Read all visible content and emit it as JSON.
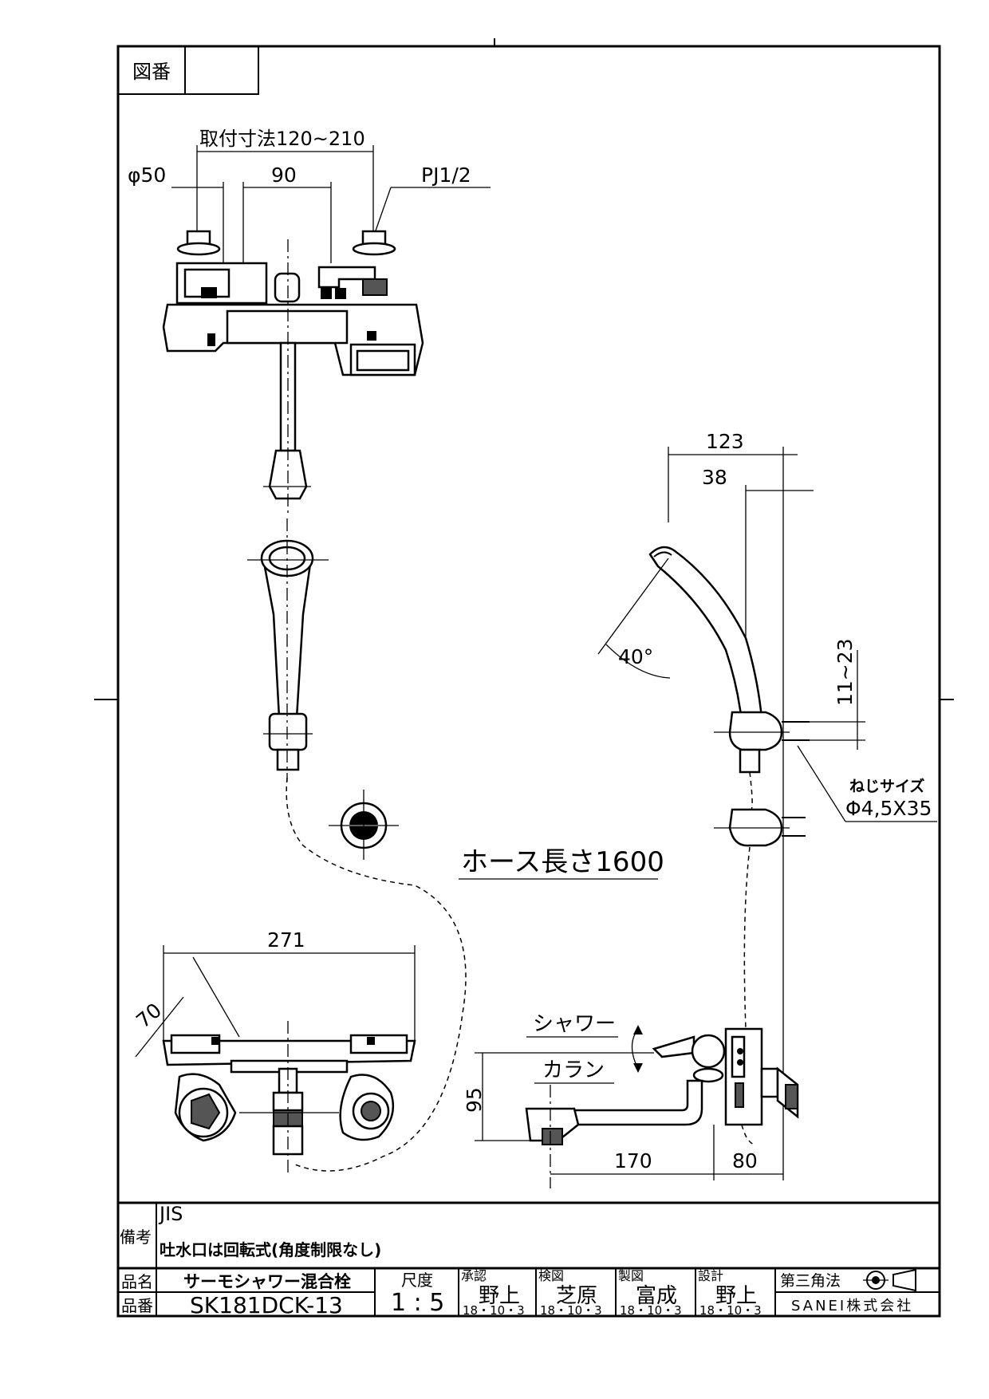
{
  "header": {
    "zuban_label": "図番",
    "zuban_value": ""
  },
  "dimensions": {
    "mount_range": "取付寸法120~210",
    "phi50": "φ50",
    "d90": "90",
    "pj": "PJ1/2",
    "d123": "123",
    "d38": "38",
    "angle": "40°",
    "range_11_23": "11~23",
    "screw_label": "ねじサイズ",
    "screw_size": "Φ4,5X35",
    "hose": "ホース長さ1600",
    "d271": "271",
    "d70": "70",
    "shower": "シャワー",
    "caran": "カラン",
    "d95": "95",
    "d170": "170",
    "d80": "80"
  },
  "title_block": {
    "bikou_label": "備考",
    "note1": "JIS",
    "note2": "吐水口は回転式(角度制限なし)",
    "hinmei_label": "品名",
    "hinmei": "サーモシャワー混合栓",
    "hinban_label": "品番",
    "hinban": "SK181DCK-13",
    "scale_label": "尺度",
    "scale": "1 : 5",
    "approvers": [
      {
        "role": "承認",
        "name": "野上",
        "date": "18・10・3"
      },
      {
        "role": "検図",
        "name": "芝原",
        "date": "18・10・3"
      },
      {
        "role": "製図",
        "name": "富成",
        "date": "18・10・3"
      },
      {
        "role": "設計",
        "name": "野上",
        "date": "18・10・3"
      }
    ],
    "projection": "第三角法",
    "company": "SANEI株式会社",
    "projection_symbol_icon": "third-angle-projection-icon"
  }
}
